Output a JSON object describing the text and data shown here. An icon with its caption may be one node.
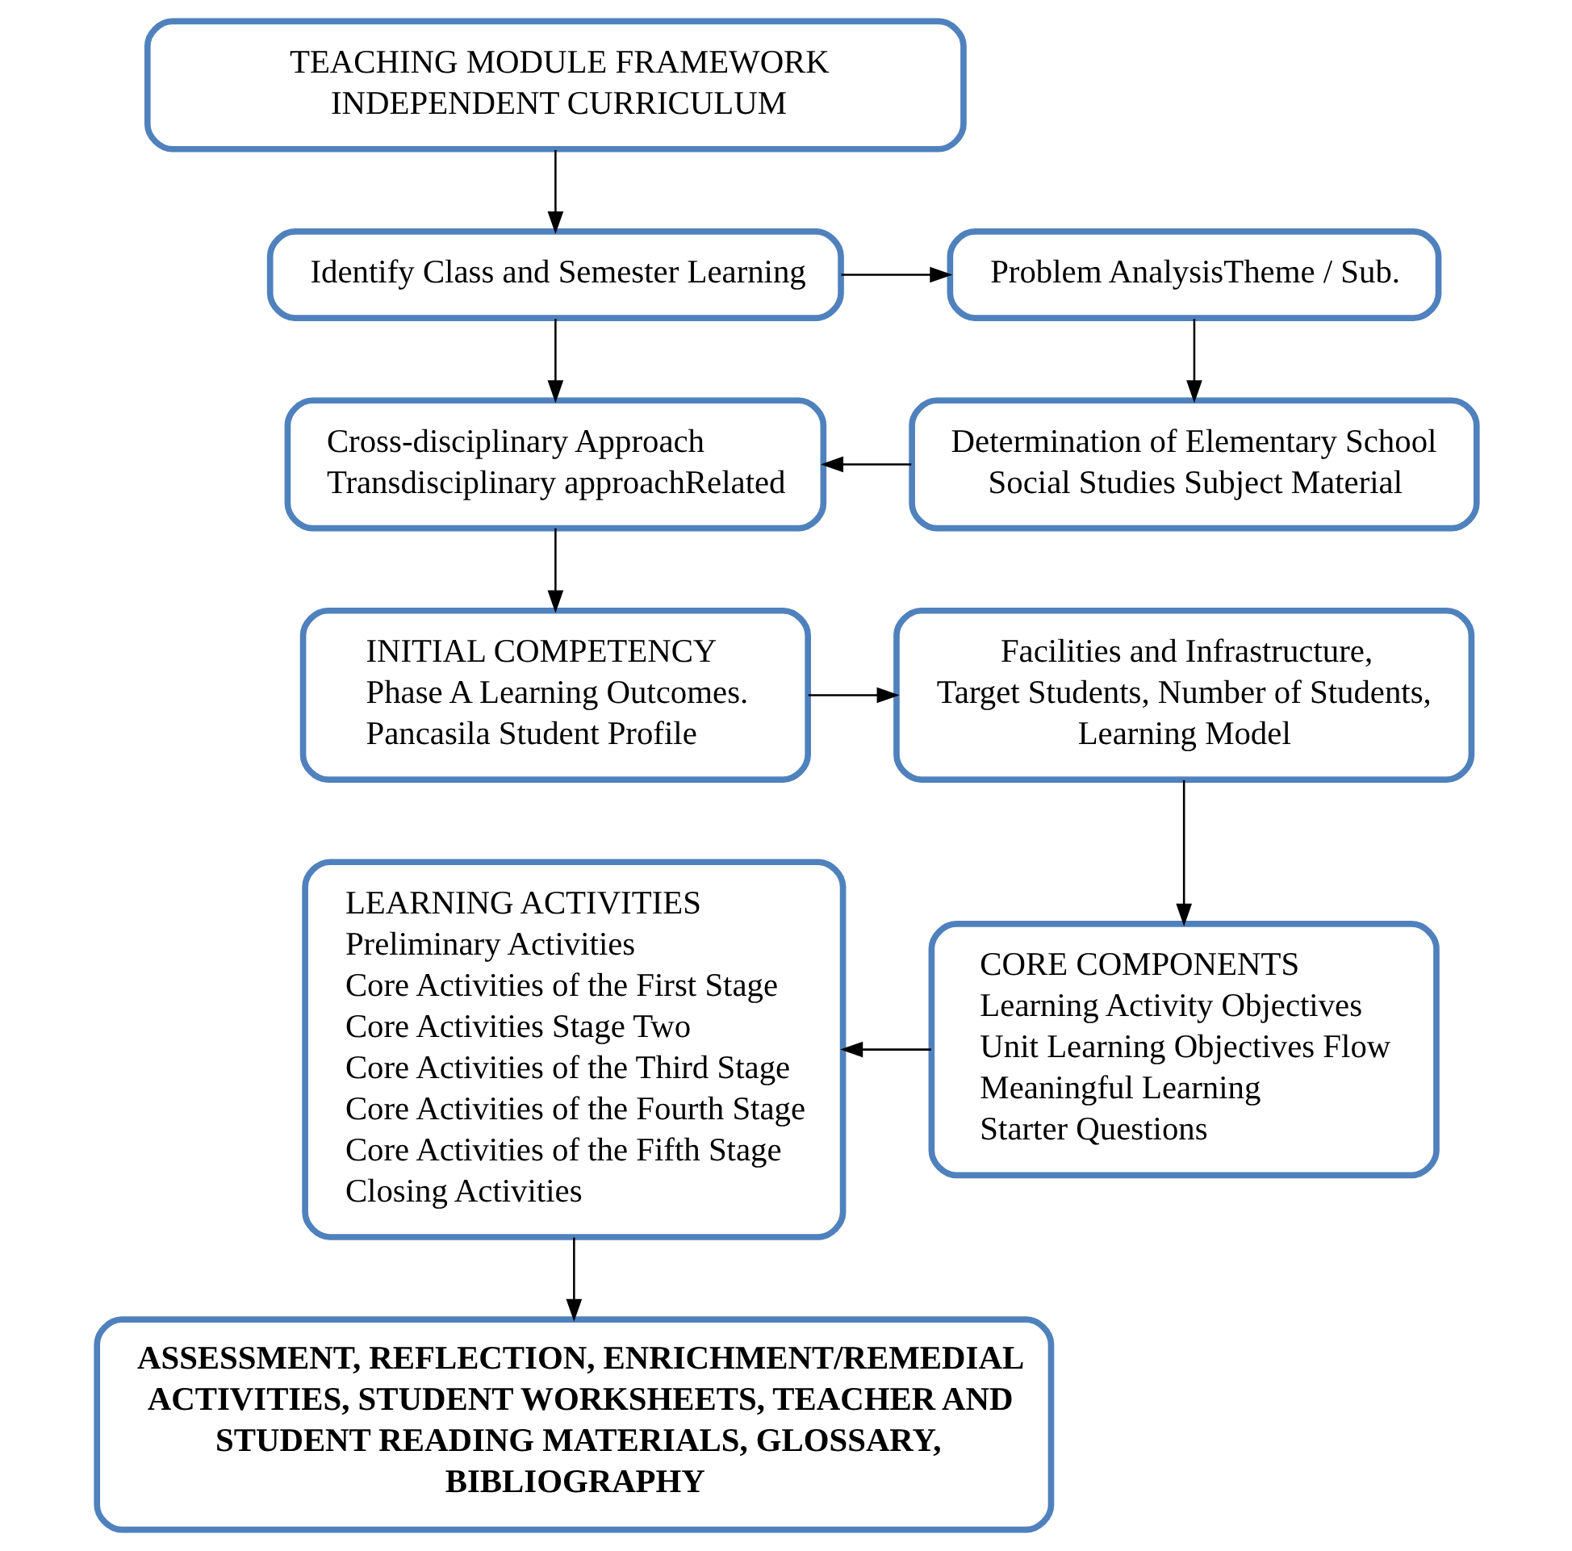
{
  "diagram": {
    "nodes": [
      {
        "text": [
          "TEACHING MODULE FRAMEWORK INDEPENDENT CURRICULUM"
        ]
      },
      {
        "text": [
          "Identify Class and Semester Learning"
        ]
      },
      {
        "text": [
          "Problem AnalysisTheme / Sub."
        ]
      },
      {
        "text": [
          "Cross-disciplinary Approach",
          "Transdisciplinary approachRelated"
        ]
      },
      {
        "text": [
          "Determination of Elementary School Social Studies Subject Material"
        ]
      },
      {
        "text": [
          "INITIAL COMPETENCY",
          "Phase A Learning Outcomes.",
          "Pancasila Student Profile"
        ]
      },
      {
        "text": [
          "Facilities and Infrastructure, Target Students, Number of Students, Learning Model"
        ]
      },
      {
        "text": [
          "CORE COMPONENTS",
          "Learning Activity Objectives",
          "Unit Learning Objectives Flow",
          "Meaningful Learning",
          "Starter Questions"
        ]
      },
      {
        "text": [
          "LEARNING ACTIVITIES",
          "Preliminary Activities",
          "Core Activities of the First Stage",
          "Core Activities Stage Two",
          "Core Activities of the Third Stage",
          "Core Activities of the Fourth Stage",
          "Core Activities of the Fifth Stage",
          "Closing Activities"
        ]
      },
      {
        "text": [
          "ASSESSMENT, REFLECTION, ENRICHMENT/REMEDIAL ACTIVITIES, STUDENT WORKSHEETS, TEACHER AND STUDENT READING MATERIALS, GLOSSARY, BIBLIOGRAPHY"
        ]
      }
    ],
    "edges": [
      {
        "from": 0,
        "to": 1,
        "arrow": "to"
      },
      {
        "from": 1,
        "to": 2,
        "arrow": "to"
      },
      {
        "from": 1,
        "to": 3,
        "arrow": "to"
      },
      {
        "from": 2,
        "to": 4,
        "arrow": "to"
      },
      {
        "from": 4,
        "to": 3,
        "arrow": "to"
      },
      {
        "from": 3,
        "to": 5,
        "arrow": "to"
      },
      {
        "from": 5,
        "to": 6,
        "arrow": "to"
      },
      {
        "from": 6,
        "to": 7,
        "arrow": "to"
      },
      {
        "from": 7,
        "to": 8,
        "arrow": "to"
      },
      {
        "from": 8,
        "to": 9,
        "arrow": "to"
      }
    ]
  }
}
